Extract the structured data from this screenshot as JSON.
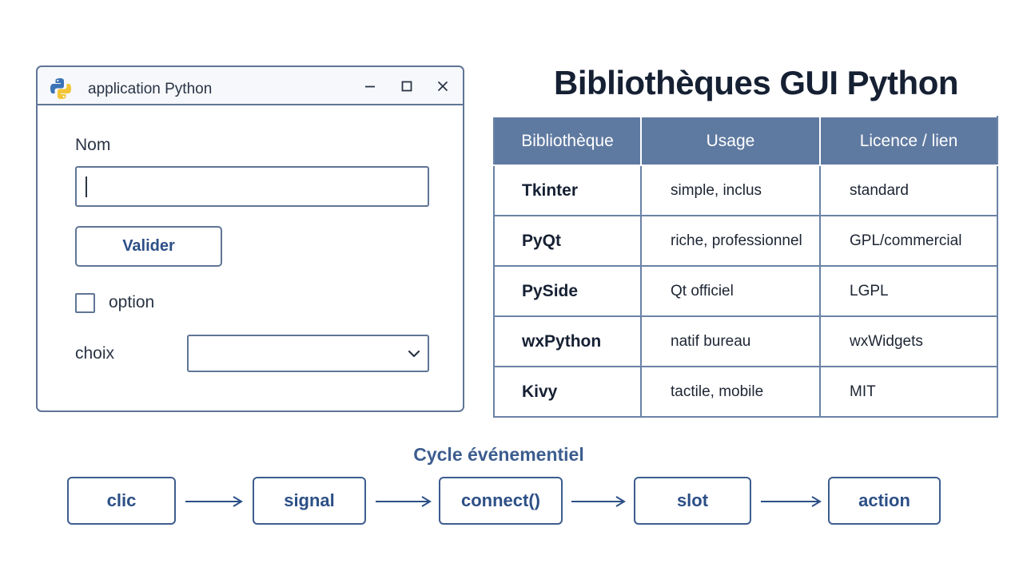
{
  "window": {
    "title": "application Python",
    "icon": "python-logo-icon",
    "name_label": "Nom",
    "name_value": "",
    "validate_label": "Valider",
    "option_label": "option",
    "option_checked": false,
    "choice_label": "choix",
    "choice_value": ""
  },
  "page": {
    "title": "Bibliothèques GUI Python"
  },
  "table": {
    "headers": [
      "Bibliothèque",
      "Usage",
      "Licence / lien"
    ],
    "rows": [
      {
        "name": "Tkinter",
        "usage": "simple, inclus",
        "license": "standard"
      },
      {
        "name": "PyQt",
        "usage": "riche, professionnel",
        "license": "GPL/commercial"
      },
      {
        "name": "PySide",
        "usage": "Qt officiel",
        "license": "LGPL"
      },
      {
        "name": "wxPython",
        "usage": "natif bureau",
        "license": "wxWidgets"
      },
      {
        "name": "Kivy",
        "usage": "tactile, mobile",
        "license": "MIT"
      }
    ]
  },
  "cycle": {
    "title": "Cycle événementiel",
    "steps": [
      "clic",
      "signal",
      "connect()",
      "slot",
      "action"
    ]
  },
  "colors": {
    "accent": "#2c4f86",
    "border": "#5f7595",
    "header_bg": "#5f7aa1"
  }
}
